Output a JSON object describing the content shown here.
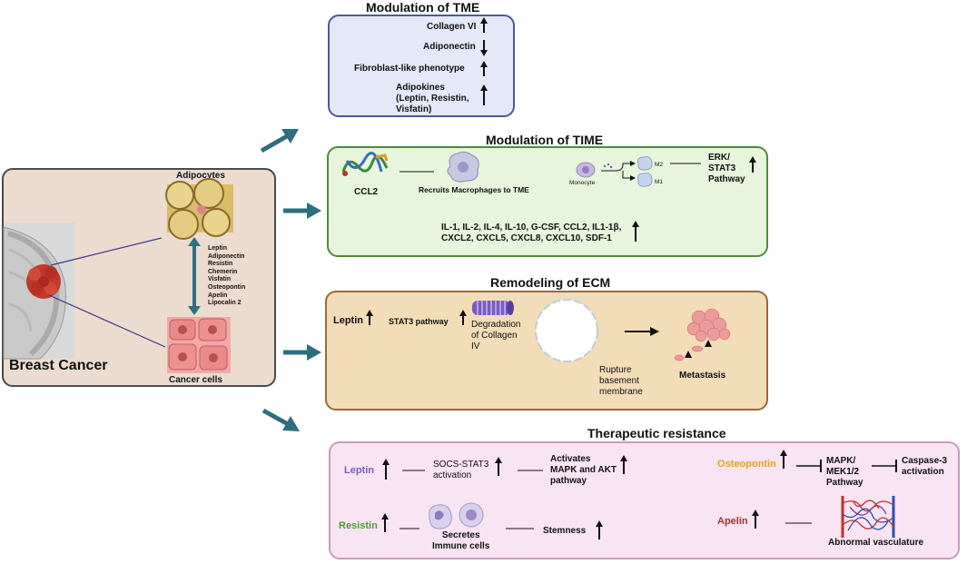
{
  "left_panel": {
    "adipocytes_label": "Adipocytes",
    "adipokines": [
      "Leptin",
      "Adiponectin",
      "Resistin",
      "Chemerin",
      "Visfatin",
      "Osteopontin",
      "Apelin",
      "Lipocalin 2"
    ],
    "cancer_cells_label": "Cancer cells",
    "breast_cancer_label": "Breast Cancer"
  },
  "tme": {
    "title": "Modulation of TME",
    "items": [
      {
        "label": "Collagen VI",
        "direction": "up"
      },
      {
        "label": "Adiponectin",
        "direction": "down"
      },
      {
        "label": "Fibroblast-like phenotype",
        "direction": "up"
      },
      {
        "label": "Adipokines\n(Leptin, Resistin,\nVisfatin)",
        "direction": "up"
      }
    ]
  },
  "time": {
    "title": "Modulation of TIME",
    "ccl2_label": "CCL2",
    "recruits_label": "Recruits Macrophages to TME",
    "monocyte_label": "Monocyte",
    "m2_label": "M2",
    "m1_label": "M1",
    "erk_label": "ERK/\nSTAT3\nPathway",
    "cytokines": "IL-1, IL-2, IL-4, IL-10, G-CSF, CCL2, IL1-1β,\nCXCL2, CXCL5, CXCL8, CXCL10, SDF-1"
  },
  "ecm": {
    "title": "Remodeling of ECM",
    "leptin_label": "Leptin",
    "stat3_label": "STAT3 pathway",
    "degradation_label": "Degradation\nof Collagen\nIV",
    "rupture_label": "Rupture\nbasement\nmembrane",
    "metastasis_label": "Metastasis"
  },
  "therapeutic": {
    "title": "Therapeutic resistance",
    "leptin_label": "Leptin",
    "socs_label": "SOCS-STAT3\nactivation",
    "activates_label": "Activates\nMAPK and AKT\npathway",
    "resistin_label": "Resistin",
    "secretes_label": "Secretes\nImmune cells",
    "stemness_label": "Stemness",
    "osteopontin_label": "Osteopontin",
    "mapk_label": "MAPK/\nMEK1/2\nPathway",
    "caspase_label": "Caspase-3\nactivation",
    "apelin_label": "Apelin",
    "vasculature_label": "Abnormal vasculature"
  },
  "colors": {
    "tme_bg": "#e4e8f8",
    "tme_border": "#4a5a9a",
    "time_bg": "#e6f5dc",
    "time_border": "#4e8a3a",
    "ecm_bg": "#f3dcb8",
    "ecm_border": "#9a6a3a",
    "ther_bg": "#f8e4f2",
    "ther_border": "#c89ac0",
    "left_bg": "#ecdccf",
    "left_border": "#4a4a4a",
    "teal": "#2e6e80",
    "leptin": "#7a5cc0",
    "resistin": "#4a9a3a",
    "osteopontin": "#e8a020",
    "apelin": "#a83030"
  }
}
